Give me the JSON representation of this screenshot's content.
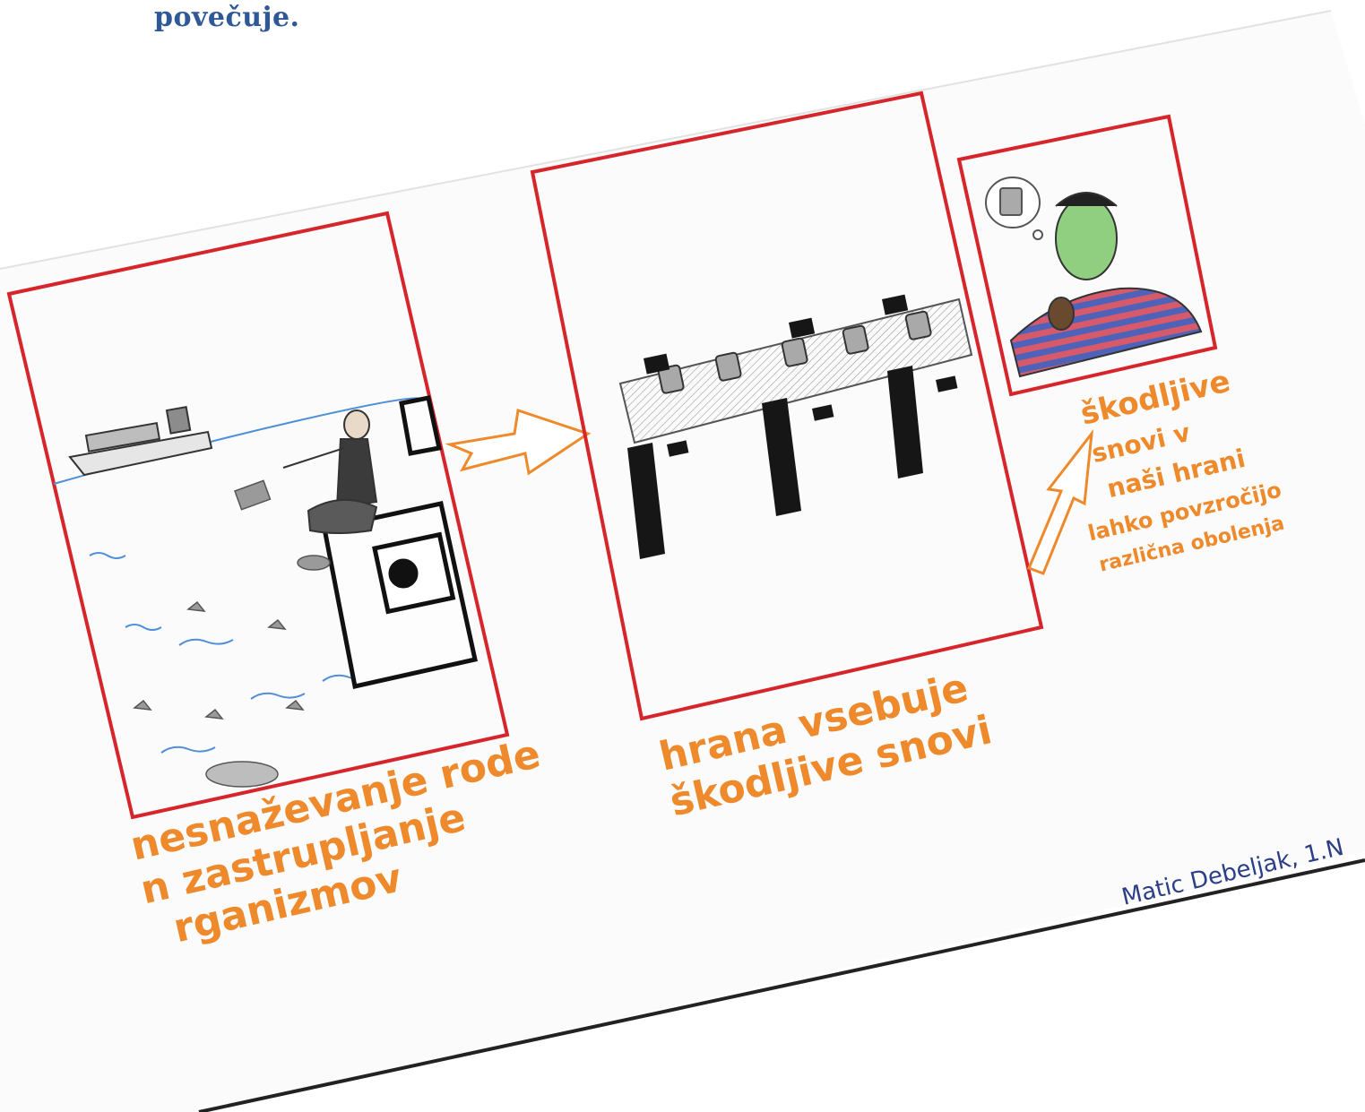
{
  "caption": {
    "text": "povečuje."
  },
  "panels": {
    "left_caption_line1": "nesnaževanje rode",
    "left_caption_line2": "n zastrupljanje",
    "left_caption_line3": "rganizmov",
    "middle_caption_line1": "hrana vsebuje",
    "middle_caption_line2": "škodljive snovi",
    "right_caption_line1": "škodljive",
    "right_caption_line2": "snovi v",
    "right_caption_line3": "naši hrani",
    "right_caption_line4": "lahko povzročijo",
    "right_caption_line5": "različna obolenja"
  },
  "signature": {
    "text": "Matic Debeljak, 1.N"
  },
  "colors": {
    "frame": "#d6262c",
    "arrow": "#ee8a2b",
    "caption": "#2f5897",
    "ink": "#1a1a1a"
  }
}
